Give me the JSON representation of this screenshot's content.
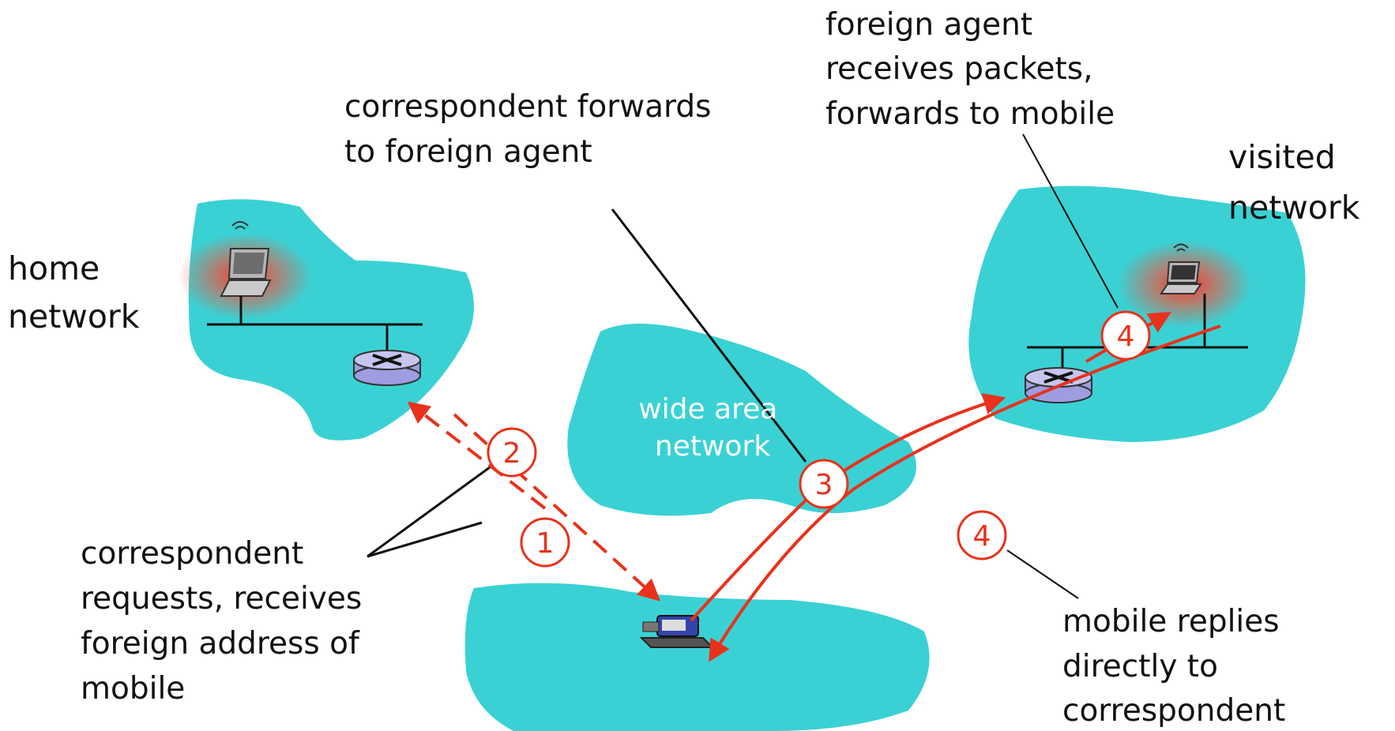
{
  "colors": {
    "network": "#3ad1d4",
    "arrow": "#e8321c",
    "leader": "#111111"
  },
  "icons": [
    "laptop-icon",
    "router-icon",
    "correspondent-host-icon"
  ],
  "labels": {
    "home_network": [
      "home",
      "network"
    ],
    "visited_network": [
      "visited",
      "network"
    ],
    "wide_area_network": [
      "wide area",
      "network"
    ],
    "correspondent_forwards": [
      "correspondent forwards",
      "to foreign agent"
    ],
    "foreign_agent": [
      "foreign agent",
      "receives packets,",
      "forwards to mobile"
    ],
    "correspondent_requests": [
      "correspondent",
      "requests, receives",
      "foreign address of",
      "mobile"
    ],
    "mobile_replies": [
      "mobile replies",
      "directly to",
      "correspondent"
    ]
  },
  "steps": {
    "s1": "1",
    "s2": "2",
    "s3": "3",
    "s4_visited": "4",
    "s4_legend": "4"
  }
}
